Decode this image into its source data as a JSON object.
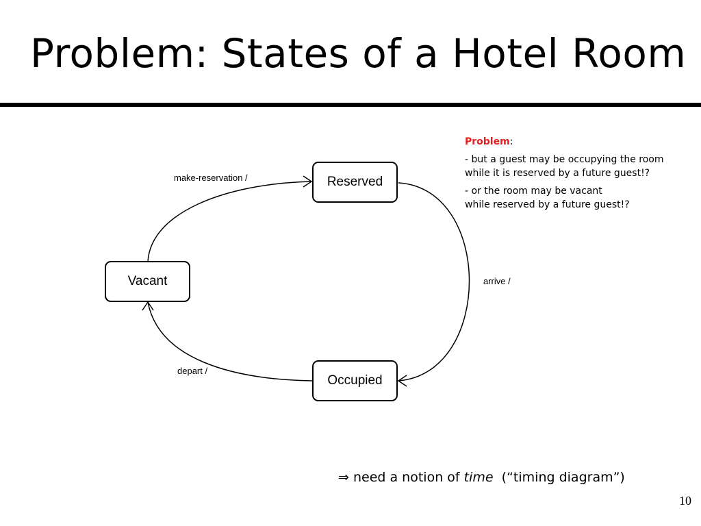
{
  "slide": {
    "title": "Problem: States of a Hotel Room",
    "page_number": "10"
  },
  "diagram": {
    "states": {
      "reserved": "Reserved",
      "vacant": "Vacant",
      "occupied": "Occupied"
    },
    "transitions": {
      "make_reservation": "make-reservation /",
      "arrive": "arrive /",
      "depart": "depart /"
    }
  },
  "notes": {
    "heading": "Problem",
    "heading_suffix": ":",
    "items": [
      {
        "line1": "- but a guest may be occupying the room",
        "line2": "while it is reserved by a future guest!?"
      },
      {
        "line1": "- or the room may be vacant",
        "line2": "while reserved by a future guest!?"
      }
    ]
  },
  "conclusion": {
    "symbol": "⇒",
    "text_before": "need a notion of",
    "emphasis": "time",
    "text_after": "(“timing diagram”)"
  }
}
